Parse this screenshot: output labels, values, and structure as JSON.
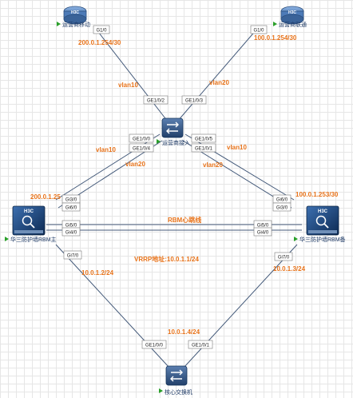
{
  "devices": {
    "isp_mobile": "运营商移动",
    "isp_unicom": "运营商联通",
    "isp_access": "运营商接入",
    "fw_main": "华三防护墙RBM主",
    "fw_backup": "华三防护墙RBM备",
    "core_switch": "核心交换机",
    "brand": "H3C"
  },
  "ports": {
    "mobile_g1": "G1/0",
    "unicom_g1": "G1/0",
    "access_ge102": "GE1/0/2",
    "access_ge103": "GE1/0/3",
    "access_ge100": "GE1/0/0",
    "access_ge104": "GE1/0/4",
    "access_ge105": "GE1/0/5",
    "access_ge101": "GE1/0/1",
    "main_gi30": "Gi3/0",
    "main_gi60": "Gi6/0",
    "main_gi50": "Gi5/0",
    "main_gi40": "Gi4/0",
    "main_gi70": "Gi7/0",
    "backup_gi60": "Gi6/0",
    "backup_gi30": "Gi3/0",
    "backup_gi50": "Gi5/0",
    "backup_gi40": "Gi4/0",
    "backup_gi70": "Gi7/0",
    "core_ge100": "GE1/0/0",
    "core_ge101": "GE1/0/1"
  },
  "labels": {
    "ip_mobile": "200.0.1.254/30",
    "ip_unicom": "100.0.1.254/30",
    "vlan10_top": "vlan10",
    "vlan20_top": "vlan20",
    "vlan10_left": "vlan10",
    "vlan20_left": "vlan20",
    "vlan10_right": "vlan10",
    "vlan20_right": "vlan20",
    "ip_main_up": "200.0.1.25",
    "ip_backup_up": "100.0.1.253/30",
    "rbm_link": "RBM心跳线",
    "vrrp": "VRRP地址:10.0.1.1/24",
    "ip_main_down": "10.0.1.2/24",
    "ip_backup_down": "10.0.1.3/24",
    "ip_core": "10.0.1.4/24"
  },
  "colors": {
    "accent_orange": "#e8731a",
    "device_blue": "#5b8fd0",
    "device_dark": "#0f2f5c",
    "status_green": "#2aa02a",
    "line": "#445a7a"
  }
}
